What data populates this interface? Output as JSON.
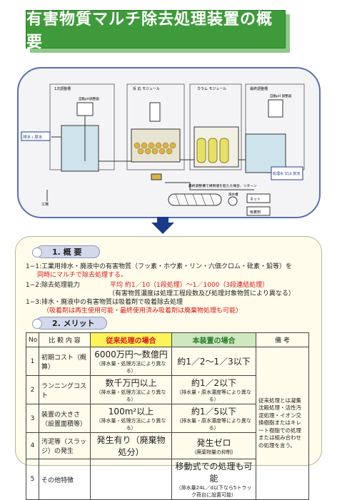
{
  "title": "有害物質マルチ除去処理装置の概要",
  "diagram": {
    "labels": {
      "stage1": "1次調整槽",
      "reaction": "反 応 モジュール",
      "column": "カラム モジュール",
      "final": "最終調整槽",
      "auto_ph_left": "自動pH調整器",
      "auto_ph_right": "自動pH 調整器",
      "inlet": "排水 / 原水",
      "outlet": "処理水 又は 放流",
      "factory": "工場",
      "return_note": "最終調整槽で規制値を超えた場合、リターン",
      "blower": "風水槽",
      "net": "ネット",
      "adsorbent": "吸着剤"
    }
  },
  "overview": {
    "heading": "1. 概 要",
    "items": [
      "1−1:工業用排水・廃液中の有害物質（フッ素・ホウ素・リン・六価クロム・砒素・鉛等）を",
      "同時にマルチで除去処理する。",
      "1−2:除去処理能力",
      "平均 約1／10（1段処理）〜1／1000（3段連結処理）",
      "（有害物質濃度は処理工程段数及び処理対象物質により異なる）",
      "1−3:排水・廃液中の有害物質は吸着剤で吸着除去処理",
      "（吸着剤は再生使用可能・最終使用済み吸着剤は廃棄物処理も可能）"
    ]
  },
  "merit": {
    "heading": "2. メリット",
    "col_no": "No",
    "col_item": "比 較 内 容",
    "col_old": "従来処理の場合",
    "col_new": "本装置の場合",
    "col_note": "備 考",
    "rows": [
      {
        "no": "1",
        "item": "初期コスト（概算）",
        "old": "6000万円〜数億円",
        "old_sub": "（排水量・処理方法により異なる）",
        "new": "約1／2〜1／3以下",
        "new_sub": ""
      },
      {
        "no": "2",
        "item": "ランニングコスト",
        "old": "数千万円以上",
        "old_sub": "（排水量・処理方法により異なる）",
        "new": "約1／2以下",
        "new_sub": "（排水量・原水濃度等により異なる）"
      },
      {
        "no": "3",
        "item": "装置の大きさ（設置面積等）",
        "old": "100m²以上",
        "old_sub": "（排水量・処理方法により異なる）",
        "new": "約1／5以下",
        "new_sub": "（排水量・原水濃度等により異なる）"
      },
      {
        "no": "4",
        "item": "汚泥等（スラッジ）の発生",
        "old": "発生有り（廃棄物処分）",
        "old_sub": "",
        "new": "発生ゼロ",
        "new_sub": "（廃棄物量の抑制）"
      },
      {
        "no": "5",
        "item": "その他特徴",
        "old": "",
        "old_sub": "",
        "new": "移動式での処理も可能",
        "new_sub": "（排水量24L／d以下なら5トラック荷台に設置可能）"
      }
    ],
    "note": "従来処理とは凝集沈殿処理・活性汚泥処理・イオン交換樹脂またはキレート樹脂での処理または組み合わせの処理を言う。"
  }
}
